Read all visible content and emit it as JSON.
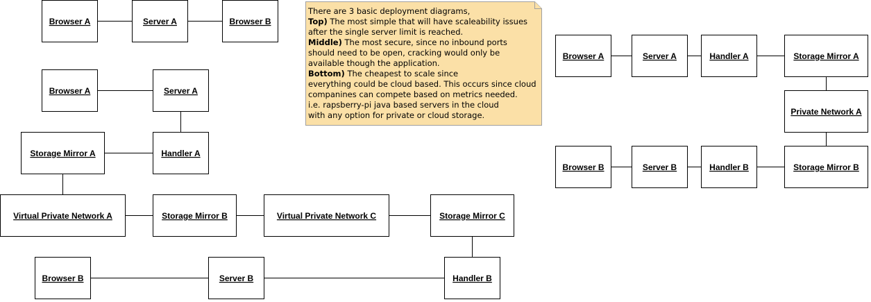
{
  "note": {
    "lines": [
      {
        "bold": "",
        "text": "There are 3 basic deployment diagrams,"
      },
      {
        "bold": "Top)",
        "text": " The most simple that will have scaleability issues"
      },
      {
        "bold": "",
        "text": " after the single server limit is reached."
      },
      {
        "bold": "Middle)",
        "text": " The most secure, since no inbound ports"
      },
      {
        "bold": "",
        "text": " should need to be open, cracking would only be"
      },
      {
        "bold": "",
        "text": " available though the application."
      },
      {
        "bold": "Bottom)",
        "text": " The cheapest to scale since"
      },
      {
        "bold": "",
        "text": "everything could be cloud based. This occurs since cloud"
      },
      {
        "bold": "",
        "text": "companines can compete based on metrics needed."
      },
      {
        "bold": "",
        "text": "i.e. rapsberry-pi java based servers in the cloud"
      },
      {
        "bold": "",
        "text": "with any option for private or cloud storage."
      }
    ]
  },
  "nodes": [
    {
      "id": "t_browser_a",
      "label": "Browser A"
    },
    {
      "id": "t_server_a",
      "label": "Server A"
    },
    {
      "id": "t_browser_b",
      "label": "Browser B"
    },
    {
      "id": "b_browser_a",
      "label": "Browser A"
    },
    {
      "id": "b_server_a",
      "label": "Server A"
    },
    {
      "id": "b_storage_mirror_a",
      "label": "Storage Mirror A"
    },
    {
      "id": "b_handler_a",
      "label": "Handler A"
    },
    {
      "id": "b_vpn_a",
      "label": "Virtual Private Network  A"
    },
    {
      "id": "b_storage_mirror_b",
      "label": "Storage Mirror B"
    },
    {
      "id": "b_vpn_c",
      "label": "Virtual Private Network  C"
    },
    {
      "id": "b_storage_mirror_c",
      "label": "Storage Mirror C"
    },
    {
      "id": "b_browser_b",
      "label": "Browser B"
    },
    {
      "id": "b_server_b",
      "label": "Server B"
    },
    {
      "id": "b_handler_b",
      "label": "Handler B"
    },
    {
      "id": "m_browser_a",
      "label": "Browser A"
    },
    {
      "id": "m_server_a",
      "label": "Server A"
    },
    {
      "id": "m_handler_a",
      "label": "Handler A"
    },
    {
      "id": "m_storage_mirror_a",
      "label": "Storage Mirror A"
    },
    {
      "id": "m_private_network_a",
      "label": "Private Network  A"
    },
    {
      "id": "m_browser_b",
      "label": "Browser B"
    },
    {
      "id": "m_server_b",
      "label": "Server B"
    },
    {
      "id": "m_handler_b",
      "label": "Handler B"
    },
    {
      "id": "m_storage_mirror_b",
      "label": "Storage Mirror B"
    }
  ],
  "edges": [
    [
      "t_browser_a",
      "t_server_a"
    ],
    [
      "t_server_a",
      "t_browser_b"
    ],
    [
      "b_browser_a",
      "b_server_a"
    ],
    [
      "b_server_a",
      "b_handler_a"
    ],
    [
      "b_storage_mirror_a",
      "b_handler_a"
    ],
    [
      "b_storage_mirror_a",
      "b_vpn_a"
    ],
    [
      "b_vpn_a",
      "b_storage_mirror_b"
    ],
    [
      "b_storage_mirror_b",
      "b_vpn_c"
    ],
    [
      "b_vpn_c",
      "b_storage_mirror_c"
    ],
    [
      "b_storage_mirror_c",
      "b_handler_b"
    ],
    [
      "b_browser_b",
      "b_server_b"
    ],
    [
      "b_server_b",
      "b_handler_b"
    ],
    [
      "m_browser_a",
      "m_server_a"
    ],
    [
      "m_server_a",
      "m_handler_a"
    ],
    [
      "m_handler_a",
      "m_storage_mirror_a"
    ],
    [
      "m_storage_mirror_a",
      "m_private_network_a"
    ],
    [
      "m_private_network_a",
      "m_storage_mirror_b"
    ],
    [
      "m_browser_b",
      "m_server_b"
    ],
    [
      "m_server_b",
      "m_handler_b"
    ],
    [
      "m_handler_b",
      "m_storage_mirror_b"
    ]
  ]
}
